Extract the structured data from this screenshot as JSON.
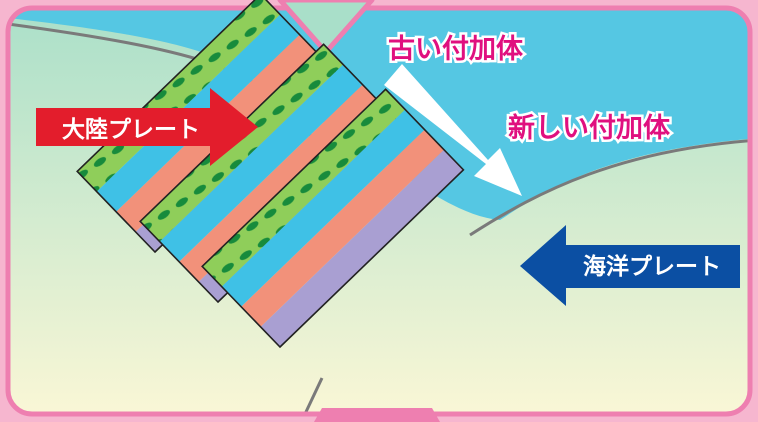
{
  "labels": {
    "continental_plate": "大陸プレート",
    "oceanic_plate": "海洋プレート",
    "old_accretionary_prism": "古い付加体",
    "new_accretionary_prism": "新しい付加体"
  },
  "colors": {
    "frame_border": "#ee7fb0",
    "sea": "#55c7e3",
    "land_top": "#a9dfc9",
    "land_bottom": "#fbf7d6",
    "boundary_line": "#7a7a7a",
    "continental_arrow": "#e31d2c",
    "oceanic_arrow": "#0b4fa3",
    "label_magenta": "#e0107f",
    "layer_lavender": "#a99fd2",
    "layer_salmon": "#f2917a",
    "layer_cyan": "#3fc1e6",
    "layer_green": "#8fce5a",
    "layer_dots": "#178b3c"
  },
  "icons": {
    "top_marker": "triangle-down-icon",
    "bottom_marker": "trapezoid-icon",
    "motion_arrow": "arrow-right-icon"
  }
}
